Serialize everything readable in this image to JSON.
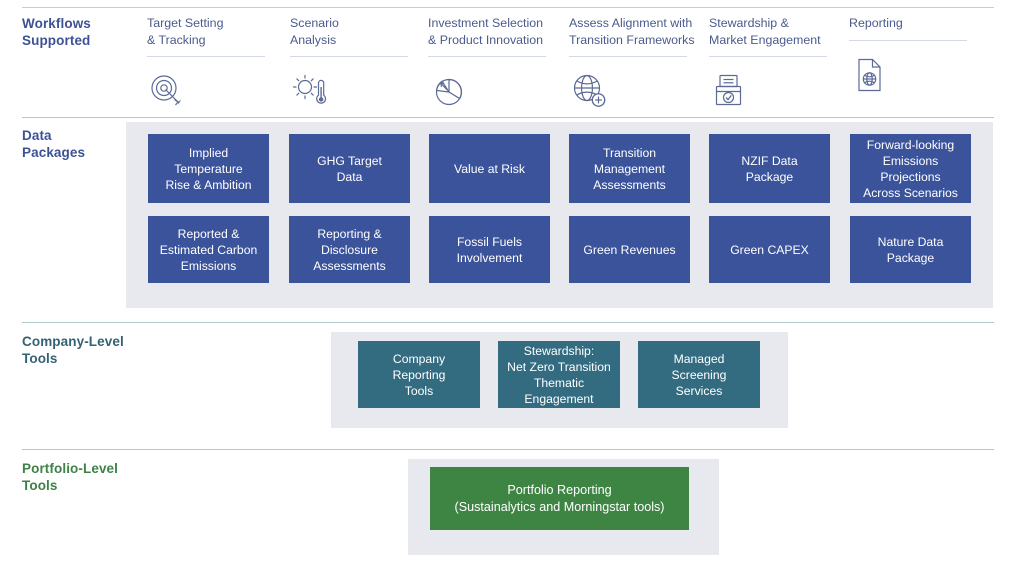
{
  "rows": {
    "workflows": {
      "label_line1": "Workflows",
      "label_line2": "Supported"
    },
    "data_packages": {
      "label_line1": "Data",
      "label_line2": "Packages"
    },
    "company_tools": {
      "label_line1": "Company-Level",
      "label_line2": "Tools"
    },
    "portfolio_tools": {
      "label_line1": "Portfolio-Level",
      "label_line2": "Tools"
    }
  },
  "workflows": [
    {
      "line1": "Target Setting",
      "line2": "& Tracking",
      "icon": "target-dart-icon"
    },
    {
      "line1": "Scenario",
      "line2": "Analysis",
      "icon": "sun-thermometer-icon"
    },
    {
      "line1": "Investment Selection",
      "line2": "& Product Innovation",
      "icon": "pie-chart-arrow-icon"
    },
    {
      "line1": "Assess Alignment with",
      "line2": "Transition Frameworks",
      "icon": "globe-plus-icon"
    },
    {
      "line1": "Stewardship &",
      "line2": "Market Engagement",
      "icon": "ballot-box-check-icon"
    },
    {
      "line1": "Reporting",
      "line2": "",
      "icon": "document-globe-icon"
    }
  ],
  "data_packages": {
    "row1": [
      {
        "lines": [
          "Implied",
          "Temperature",
          "Rise & Ambition"
        ]
      },
      {
        "lines": [
          "GHG Target",
          "Data"
        ]
      },
      {
        "lines": [
          "Value at Risk"
        ]
      },
      {
        "lines": [
          "Transition",
          "Management",
          "Assessments"
        ]
      },
      {
        "lines": [
          "NZIF Data",
          "Package"
        ]
      },
      {
        "lines": [
          "Forward-looking",
          "Emissions",
          "Projections",
          "Across Scenarios"
        ]
      }
    ],
    "row2": [
      {
        "lines": [
          "Reported &",
          "Estimated Carbon",
          "Emissions"
        ]
      },
      {
        "lines": [
          "Reporting &",
          "Disclosure",
          "Assessments"
        ]
      },
      {
        "lines": [
          "Fossil Fuels",
          "Involvement"
        ]
      },
      {
        "lines": [
          "Green Revenues"
        ]
      },
      {
        "lines": [
          "Green CAPEX"
        ]
      },
      {
        "lines": [
          "Nature Data",
          "Package"
        ]
      }
    ]
  },
  "company_tools": [
    {
      "lines": [
        "Company",
        "Reporting",
        "Tools"
      ]
    },
    {
      "lines": [
        "Stewardship:",
        "Net Zero Transition",
        "Thematic",
        "Engagement"
      ]
    },
    {
      "lines": [
        "Managed",
        "Screening",
        "Services"
      ]
    }
  ],
  "portfolio_tools": [
    {
      "lines": [
        "Portfolio Reporting",
        "(Sustainalytics and Morningstar tools)"
      ]
    }
  ],
  "colors": {
    "data_package_blue": "#3a539b",
    "company_tool_teal": "#336C81",
    "portfolio_tool_green": "#3E8544",
    "panel_gray": "#e8e8ef",
    "workflow_label": "#4a5b8c",
    "row_label_blue": "#3d5295",
    "row_label_teal": "#346273",
    "row_label_green": "#3f8146"
  }
}
